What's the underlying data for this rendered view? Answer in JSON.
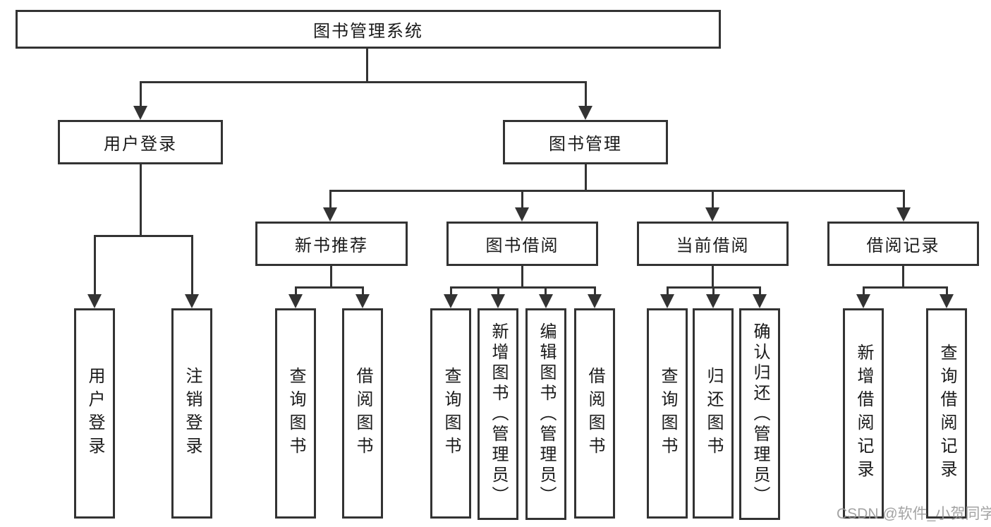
{
  "tree": {
    "label": "图书管理系统",
    "children": [
      {
        "label": "用户登录",
        "children": [
          {
            "label": "用户登录"
          },
          {
            "label": "注销登录"
          }
        ]
      },
      {
        "label": "图书管理",
        "children": [
          {
            "label": "新书推荐",
            "children": [
              {
                "label": "查询图书"
              },
              {
                "label": "借阅图书"
              }
            ]
          },
          {
            "label": "图书借阅",
            "children": [
              {
                "label": "查询图书"
              },
              {
                "label": "新增图书（管理员）"
              },
              {
                "label": "编辑图书（管理员）"
              },
              {
                "label": "借阅图书"
              }
            ]
          },
          {
            "label": "当前借阅",
            "children": [
              {
                "label": "查询图书"
              },
              {
                "label": "归还图书"
              },
              {
                "label": "确认归还（管理员）"
              }
            ]
          },
          {
            "label": "借阅记录",
            "children": [
              {
                "label": "新增借阅记录"
              },
              {
                "label": "查询借阅记录"
              }
            ]
          }
        ]
      }
    ]
  },
  "watermark": {
    "text": "CSDN @软件_小贺同学"
  },
  "colors": {
    "line": "#333333",
    "text": "#1a1a1a",
    "watermark": "#9a9a9a",
    "background": "#ffffff"
  }
}
